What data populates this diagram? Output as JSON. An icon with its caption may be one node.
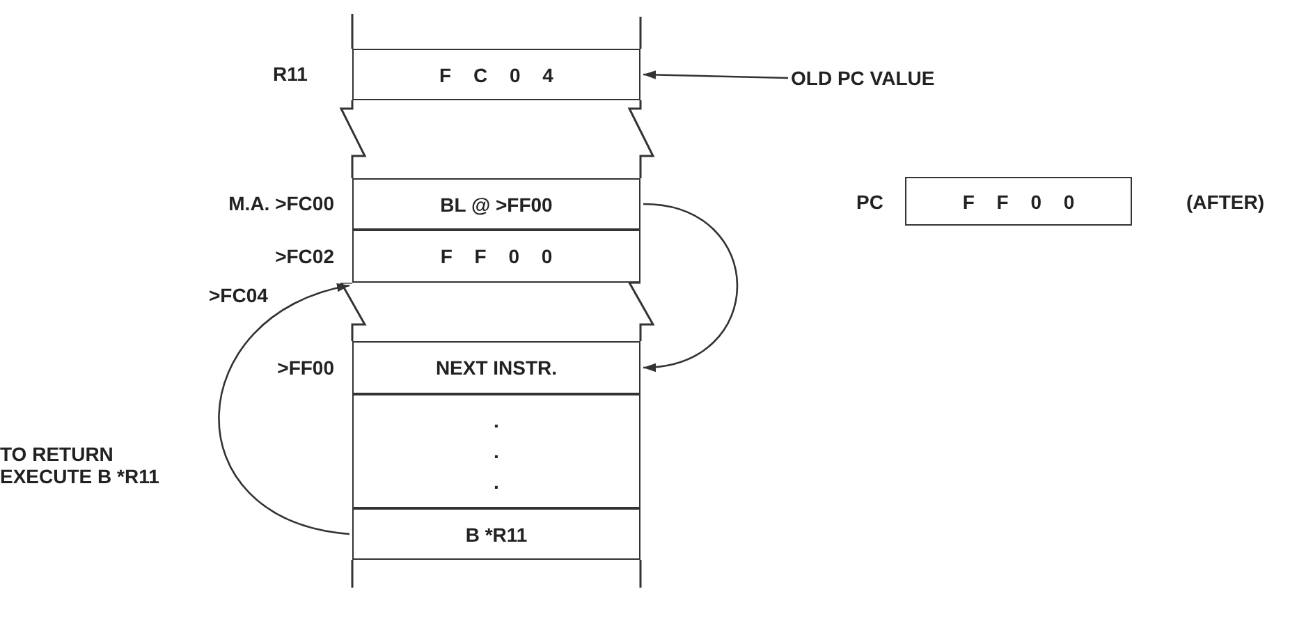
{
  "diagram": {
    "nodes": [
      {
        "text": [
          "F C 0 4"
        ],
        "beside": [
          "R11"
        ]
      },
      {
        "text": [
          "BL @ >FF00"
        ],
        "beside": [
          "M.A. >FC00"
        ]
      },
      {
        "text": [
          "F F 0 0"
        ],
        "beside": [
          ">FC02"
        ]
      },
      {
        "text": [],
        "shape": "bar",
        "beside": [
          ">FC04"
        ]
      },
      {
        "text": [
          "NEXT INSTR."
        ],
        "beside": [
          ">FF00"
        ]
      },
      {
        "text": [
          ". . ."
        ]
      },
      {
        "text": [
          "B *R11"
        ]
      },
      {
        "text": [
          "F F 0 0"
        ],
        "beside": [
          "PC",
          "(AFTER)"
        ]
      },
      {
        "text": [
          "OLD PC VALUE"
        ]
      }
    ],
    "edges": [
      {
        "from": 8,
        "to": 0,
        "arrow": "to"
      },
      {
        "from": 1,
        "to": 4,
        "arrow": "to"
      },
      {
        "from": 6,
        "to": 3,
        "arrow": "to"
      }
    ],
    "labels": [
      "TO RETURN EXECUTE B *R11"
    ]
  }
}
